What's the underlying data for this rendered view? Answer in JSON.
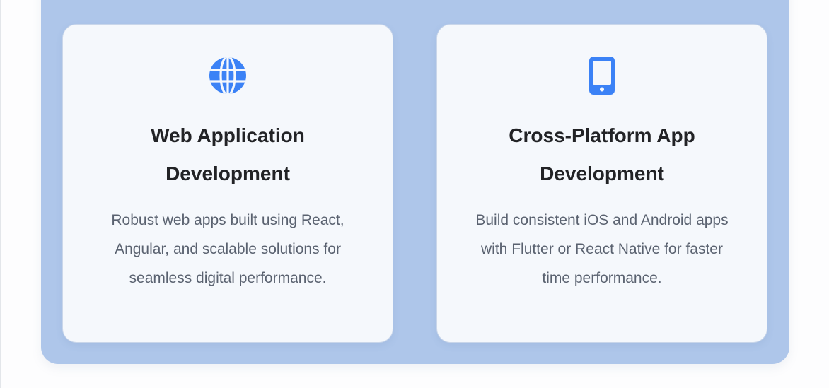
{
  "colors": {
    "panel_background": "#aec6ea",
    "card_background": "#f5f8fc",
    "icon_accent": "#3b82f6",
    "title_text": "#222326",
    "body_text": "#5a6270"
  },
  "services": [
    {
      "icon": "globe-icon",
      "title": "Web Application Development",
      "description": "Robust web apps built using React, Angular, and scalable solutions for seamless digital performance."
    },
    {
      "icon": "mobile-phone-icon",
      "title": "Cross-Platform App Development",
      "description": "Build consistent iOS and Android apps with Flutter or React Native for faster time performance."
    }
  ]
}
